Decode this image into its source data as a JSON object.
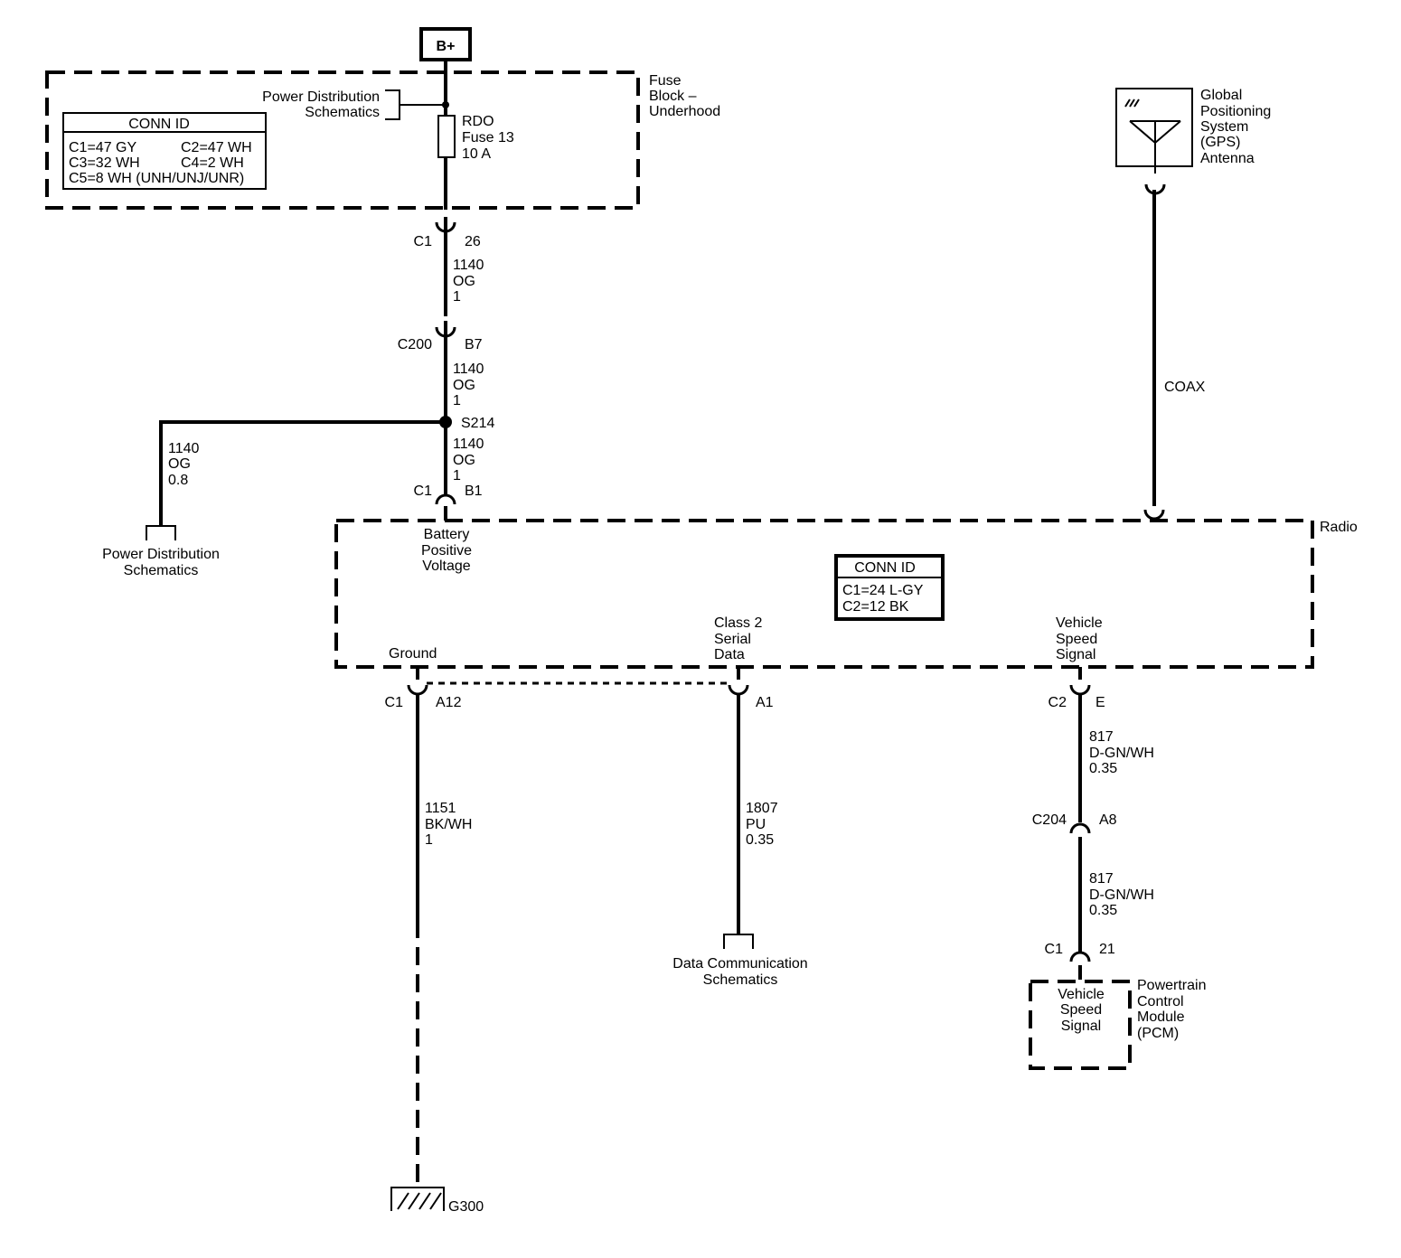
{
  "battery": "B+",
  "fuse_block": {
    "label": [
      "Fuse",
      "Block –",
      "Underhood"
    ],
    "power_dist": [
      "Power Distribution",
      "Schematics"
    ],
    "fuse": [
      "RDO",
      "Fuse 13",
      "10 A"
    ],
    "conn_id": {
      "title": "CONN ID",
      "rows": [
        "C1=47 GY",
        "C2=47 WH",
        "C3=32 WH",
        "C4=2 WH",
        "C5=8 WH (UNH/UNJ/UNR)"
      ]
    }
  },
  "wire_b_plus": {
    "c1": "C1",
    "c1_pin": "26",
    "seg1": [
      "1140",
      "OG",
      "1"
    ],
    "c200": "C200",
    "c200_pin": "B7",
    "seg2": [
      "1140",
      "OG",
      "1"
    ],
    "splice": "S214",
    "seg3": [
      "1140",
      "OG",
      "1"
    ],
    "radio_conn": "C1",
    "radio_pin": "B1"
  },
  "branch": {
    "wire": [
      "1140",
      "OG",
      "0.8"
    ],
    "label": [
      "Power Distribution",
      "Schematics"
    ]
  },
  "gps": {
    "label": [
      "Global",
      "Positioning",
      "System",
      "(GPS)",
      "Antenna"
    ],
    "coax": "COAX"
  },
  "radio": {
    "label": "Radio",
    "battery_label": [
      "Battery",
      "Positive",
      "Voltage"
    ],
    "conn_id": {
      "title": "CONN ID",
      "rows": [
        "C1=24 L-GY",
        "C2=12 BK"
      ]
    },
    "ground_label": "Ground",
    "class2_label": [
      "Class 2",
      "Serial",
      "Data"
    ],
    "vss_label": [
      "Vehicle",
      "Speed",
      "Signal"
    ]
  },
  "ground_circuit": {
    "conn": "C1",
    "pin": "A12",
    "wire": [
      "1151",
      "BK/WH",
      "1"
    ],
    "ground": "G300"
  },
  "data_circuit": {
    "pin": "A1",
    "wire": [
      "1807",
      "PU",
      "0.35"
    ],
    "label": [
      "Data Communication",
      "Schematics"
    ]
  },
  "vss_circuit": {
    "conn": "C2",
    "pin": "E",
    "seg1": [
      "817",
      "D-GN/WH",
      "0.35"
    ],
    "c204": "C204",
    "c204_pin": "A8",
    "seg2": [
      "817",
      "D-GN/WH",
      "0.35"
    ],
    "pcm_conn": "C1",
    "pcm_pin": "21"
  },
  "pcm": {
    "inner": [
      "Vehicle",
      "Speed",
      "Signal"
    ],
    "label": [
      "Powertrain",
      "Control",
      "Module",
      "(PCM)"
    ]
  }
}
